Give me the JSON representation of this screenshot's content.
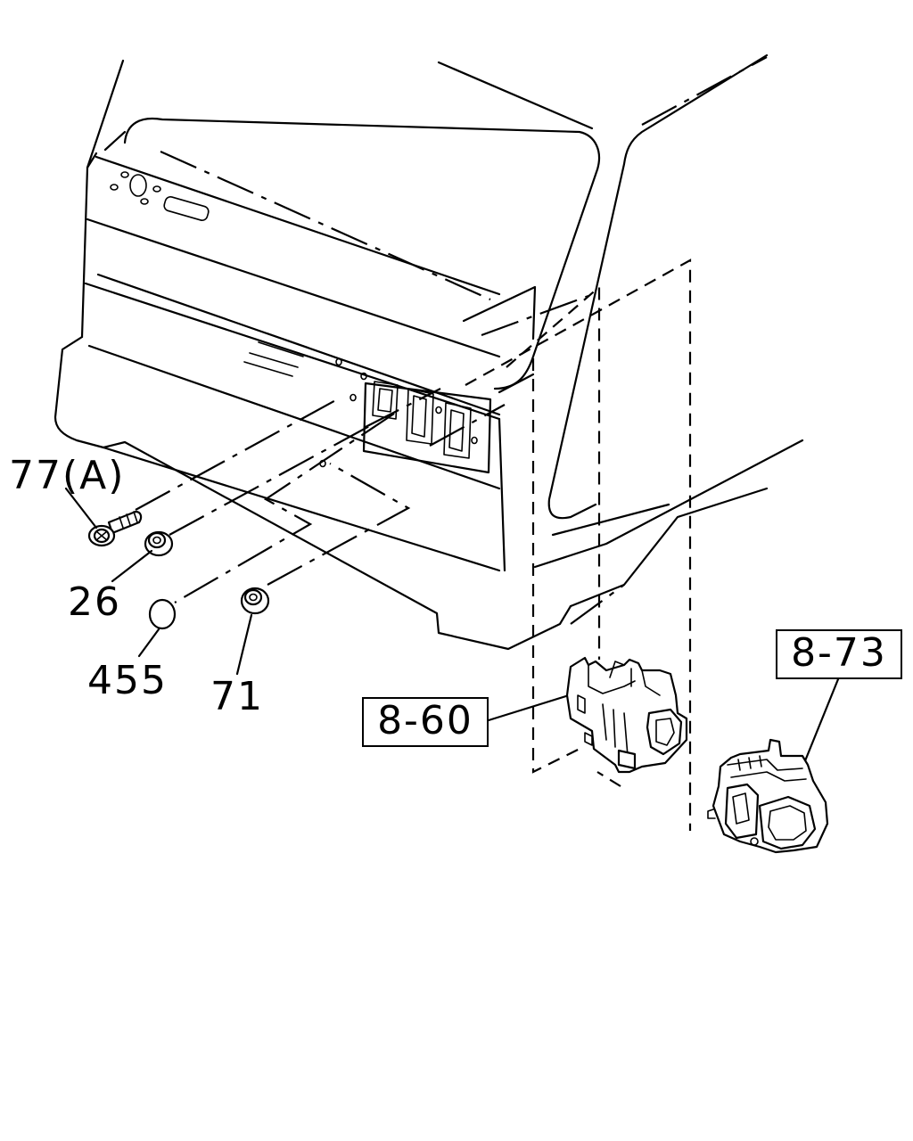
{
  "callouts": {
    "bolt_77a": "77(A)",
    "nut_26": "26",
    "cap_455": "455",
    "nut_71": "71"
  },
  "references": {
    "ref_8_60": "8-60",
    "ref_8_73": "8-73"
  }
}
